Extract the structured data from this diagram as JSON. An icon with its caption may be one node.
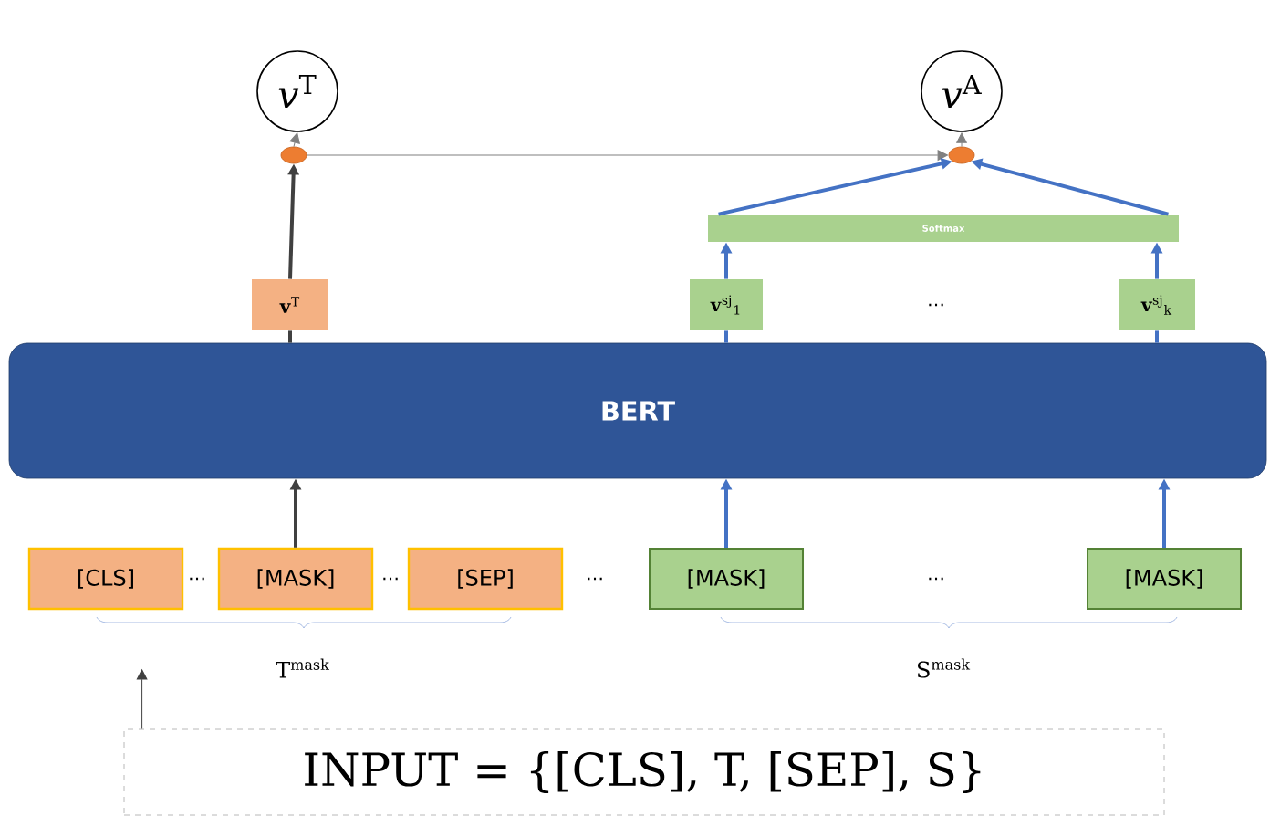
{
  "diagram": {
    "nodes": [
      {
        "text": [
          "*v*$^{T}$"
        ]
      },
      {
        "text": [
          "*v*$^{A}$"
        ]
      },
      {
        "text": [],
        "shape": "circle"
      },
      {
        "text": [],
        "shape": "circle"
      },
      {
        "text": [
          "Softmax"
        ]
      },
      {
        "text": [
          "**v**$^{T}$"
        ]
      },
      {
        "text": [
          "**v**$^{sj}$$_{1}$"
        ]
      },
      {
        "text": [
          "**v**$^{sj}$$_{k}$"
        ]
      },
      {
        "text": [
          "BERT"
        ]
      },
      {
        "text": [
          "[CLS]"
        ]
      },
      {
        "text": [
          "[MASK]"
        ]
      },
      {
        "text": [
          "[SEP]"
        ]
      },
      {
        "text": [
          "[MASK]"
        ]
      },
      {
        "text": [
          "[MASK]"
        ]
      },
      {
        "text": [
          "INPUT = {[CLS], T, [SEP], S}"
        ]
      }
    ],
    "edges": [
      {
        "from": 2,
        "to": 0,
        "arrow": "to",
        "color": "#808080"
      },
      {
        "from": 3,
        "to": 1,
        "arrow": "to",
        "color": "#808080"
      },
      {
        "from": 2,
        "to": 3,
        "arrow": "to",
        "color": "#808080"
      },
      {
        "from": 4,
        "to": 3,
        "arrow": "to"
      },
      {
        "from": 4,
        "to": 3,
        "arrow": "to"
      },
      {
        "from": 5,
        "to": 2,
        "arrow": "to",
        "color": "#404040"
      },
      {
        "from": 8,
        "to": 5,
        "arrow": "none",
        "color": "#404040"
      },
      {
        "from": 10,
        "to": 8,
        "arrow": "to",
        "color": "#404040"
      },
      {
        "from": 6,
        "to": 4,
        "arrow": "to"
      },
      {
        "from": 7,
        "to": 4,
        "arrow": "to"
      },
      {
        "from": 8,
        "to": 6,
        "arrow": "none"
      },
      {
        "from": 8,
        "to": 7,
        "arrow": "none"
      },
      {
        "from": 12,
        "to": 8,
        "arrow": "to"
      },
      {
        "from": 13,
        "to": 8,
        "arrow": "to"
      },
      {
        "from": 14,
        "to": null,
        "arrow": "to",
        "color": "#404040"
      }
    ],
    "labels": [
      "…",
      "…",
      "…",
      "…",
      "…",
      "T$^{mask}$",
      "S$^{mask}$"
    ]
  }
}
